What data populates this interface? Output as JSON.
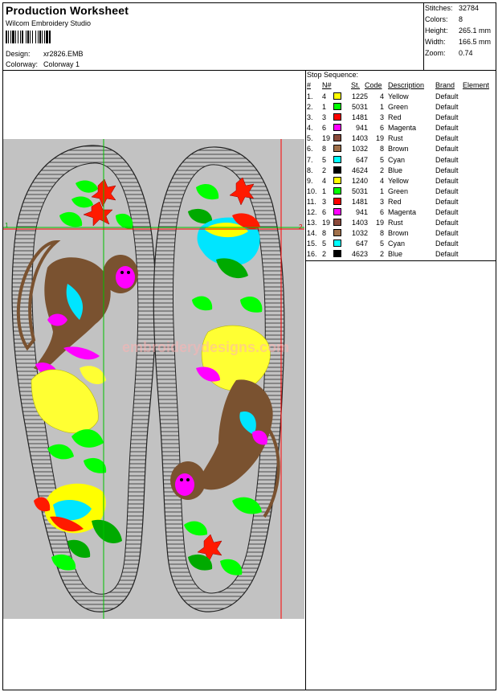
{
  "header": {
    "title": "Production Worksheet",
    "software": "Wilcom Embroidery Studio",
    "design_label": "Design:",
    "design_value": "xr2826.EMB",
    "colorway_label": "Colorway:",
    "colorway_value": "Colorway 1"
  },
  "stats": [
    {
      "label": "Stitches:",
      "value": "32784"
    },
    {
      "label": "Colors:",
      "value": "8"
    },
    {
      "label": "Height:",
      "value": "265.1 mm"
    },
    {
      "label": "Width:",
      "value": "166.5 mm"
    },
    {
      "label": "Zoom:",
      "value": "0.74"
    }
  ],
  "preview": {
    "marker_1": "1",
    "marker_2": "2",
    "watermark": "embroiderydesigns.com"
  },
  "stop_sequence": {
    "title": "Stop Sequence:",
    "headers": {
      "num": "#",
      "n": "N#",
      "st": "St.",
      "code": "Code",
      "desc": "Description",
      "brand": "Brand",
      "elem": "Element"
    },
    "rows": [
      {
        "num": "1.",
        "n": "4",
        "color": "#ffff00",
        "st": "1225",
        "code": "4",
        "desc": "Yellow",
        "brand": "Default"
      },
      {
        "num": "2.",
        "n": "1",
        "color": "#00ff00",
        "st": "5031",
        "code": "1",
        "desc": "Green",
        "brand": "Default"
      },
      {
        "num": "3.",
        "n": "3",
        "color": "#ff0000",
        "st": "1481",
        "code": "3",
        "desc": "Red",
        "brand": "Default"
      },
      {
        "num": "4.",
        "n": "6",
        "color": "#ff00ff",
        "st": "941",
        "code": "6",
        "desc": "Magenta",
        "brand": "Default"
      },
      {
        "num": "5.",
        "n": "19",
        "color": "#8b4a3a",
        "st": "1403",
        "code": "19",
        "desc": "Rust",
        "brand": "Default"
      },
      {
        "num": "6.",
        "n": "8",
        "color": "#a0704a",
        "st": "1032",
        "code": "8",
        "desc": "Brown",
        "brand": "Default"
      },
      {
        "num": "7.",
        "n": "5",
        "color": "#00ffff",
        "st": "647",
        "code": "5",
        "desc": "Cyan",
        "brand": "Default"
      },
      {
        "num": "8.",
        "n": "2",
        "color": "#000000",
        "st": "4624",
        "code": "2",
        "desc": "Blue",
        "brand": "Default"
      },
      {
        "num": "9.",
        "n": "4",
        "color": "#ffff00",
        "st": "1240",
        "code": "4",
        "desc": "Yellow",
        "brand": "Default"
      },
      {
        "num": "10.",
        "n": "1",
        "color": "#00ff00",
        "st": "5031",
        "code": "1",
        "desc": "Green",
        "brand": "Default"
      },
      {
        "num": "11.",
        "n": "3",
        "color": "#ff0000",
        "st": "1481",
        "code": "3",
        "desc": "Red",
        "brand": "Default"
      },
      {
        "num": "12.",
        "n": "6",
        "color": "#ff00ff",
        "st": "941",
        "code": "6",
        "desc": "Magenta",
        "brand": "Default"
      },
      {
        "num": "13.",
        "n": "19",
        "color": "#8b4a3a",
        "st": "1403",
        "code": "19",
        "desc": "Rust",
        "brand": "Default"
      },
      {
        "num": "14.",
        "n": "8",
        "color": "#a0704a",
        "st": "1032",
        "code": "8",
        "desc": "Brown",
        "brand": "Default"
      },
      {
        "num": "15.",
        "n": "5",
        "color": "#00ffff",
        "st": "647",
        "code": "5",
        "desc": "Cyan",
        "brand": "Default"
      },
      {
        "num": "16.",
        "n": "2",
        "color": "#000000",
        "st": "4623",
        "code": "2",
        "desc": "Blue",
        "brand": "Default"
      }
    ]
  }
}
